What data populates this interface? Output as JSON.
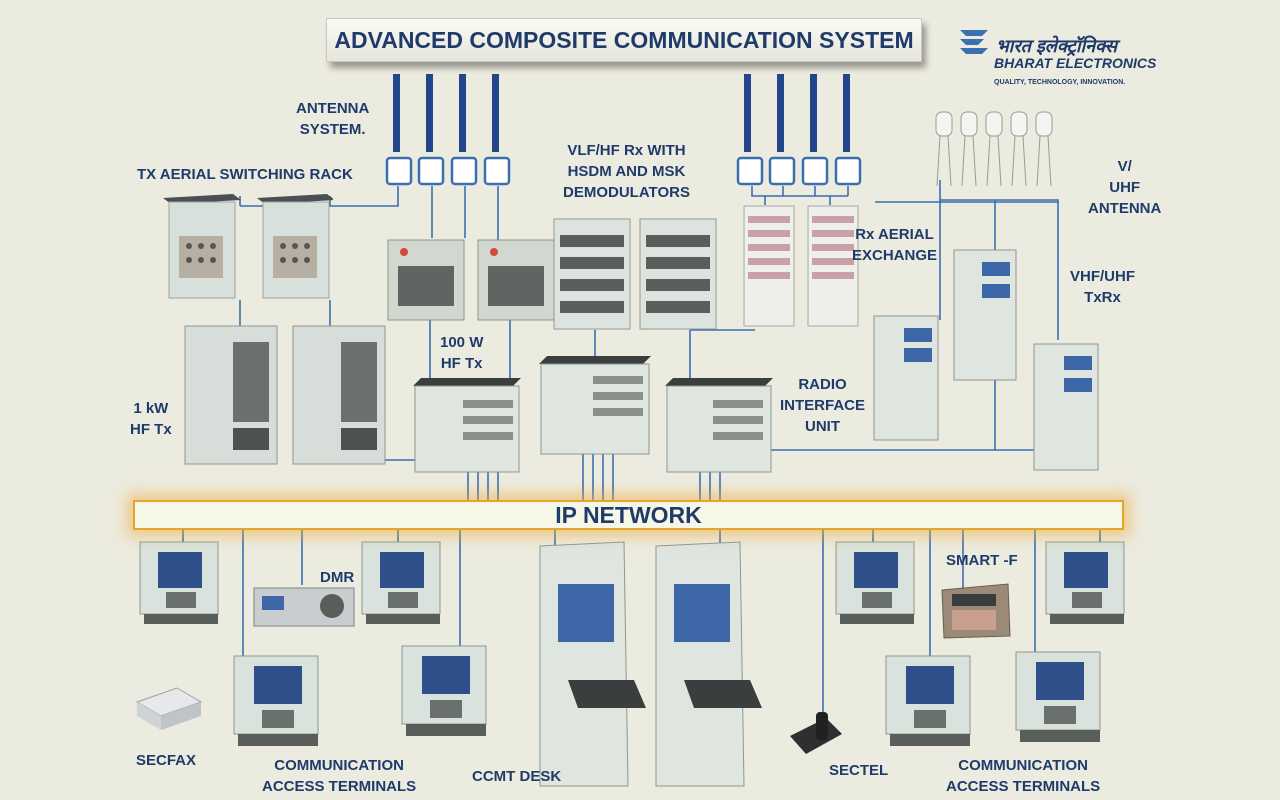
{
  "title": "ADVANCED COMPOSITE COMMUNICATION SYSTEM",
  "network_label": "IP NETWORK",
  "brand": {
    "hindi": "भारत इलेक्ट्रॉनिक्स",
    "name": "BHARAT ELECTRONICS",
    "tagline": "QUALITY, TECHNOLOGY, INNOVATION."
  },
  "labels": {
    "antenna_system": "ANTENNA\nSYSTEM.",
    "tx_aerial": "TX AERIAL SWITCHING RACK",
    "vlf_hf": "VLF/HF Rx WITH\nHSDM AND  MSK\nDEMODULATORS",
    "vuhf_antenna": "V/\nUHF\nANTENNA",
    "rx_aerial": "Rx AERIAL\nEXCHANGE",
    "vhf_uhf": "VHF/UHF\nTxRx",
    "hf_100w": "100 W\nHF Tx",
    "hf_1kw": "1 kW\nHF Tx",
    "riu": "RADIO\nINTERFACE\nUNIT",
    "dmr": "DMR",
    "smart_f": "SMART -F",
    "secfax": "SECFAX",
    "cat_left": "COMMUNICATION\nACCESS TERMINALS",
    "ccmt": "CCMT DESK",
    "sectel": "SECTEL",
    "cat_right": "COMMUNICATION\nACCESS TERMINALS"
  },
  "colors": {
    "background": "#ecebdf",
    "text": "#1f3b6b",
    "wire": "#3a6fb0",
    "antenna": "#23458a",
    "equipment": "#dfe5df",
    "glow": "#e6a428"
  },
  "icons": [
    "bel-logo-icon",
    "antenna-mast-icon",
    "equipment-rack-icon",
    "terminal-icon",
    "desk-icon",
    "fax-icon",
    "phone-icon",
    "vuhf-antenna-icon"
  ]
}
